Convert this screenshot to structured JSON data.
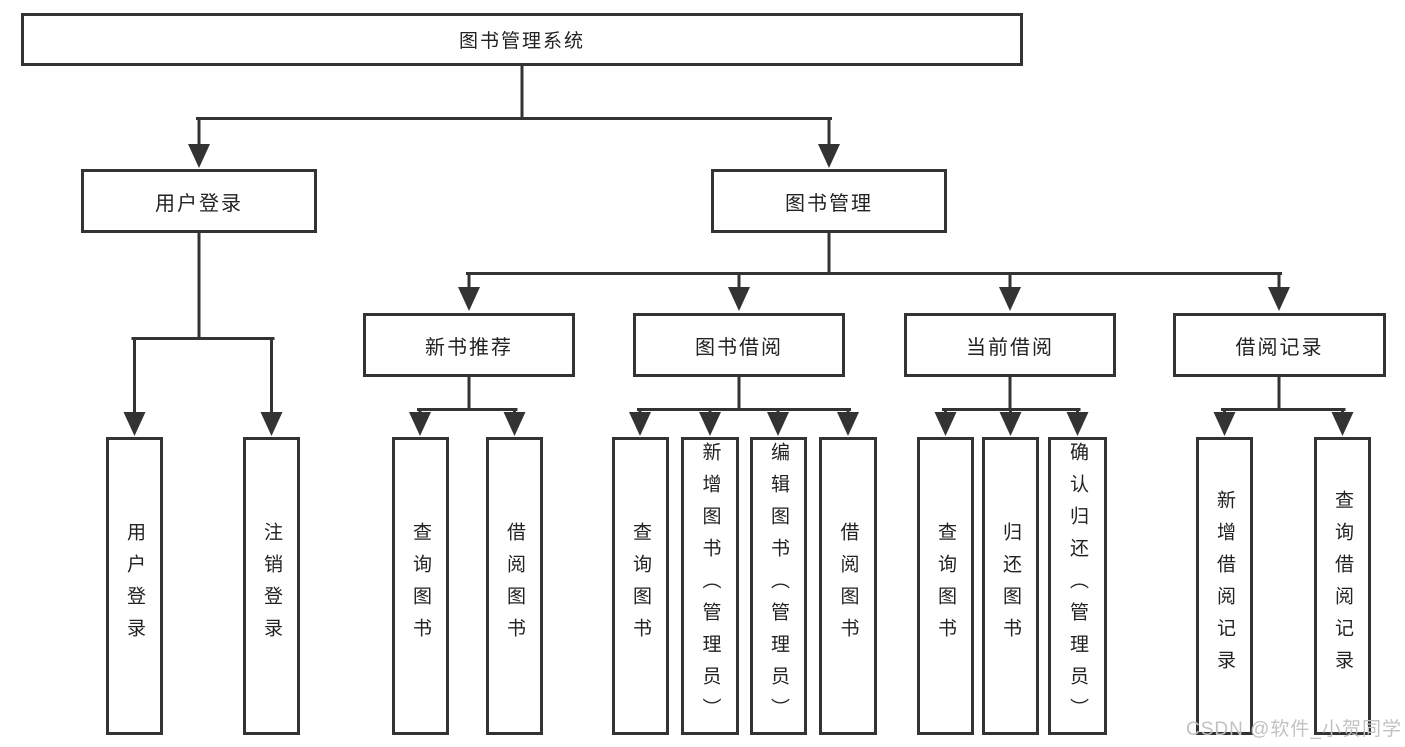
{
  "tree": {
    "label": "图书管理系统",
    "children": [
      {
        "label": "用户登录",
        "children": [
          {
            "label": "用户登录"
          },
          {
            "label": "注销登录"
          }
        ]
      },
      {
        "label": "图书管理",
        "children": [
          {
            "label": "新书推荐",
            "children": [
              {
                "label": "查询图书"
              },
              {
                "label": "借阅图书"
              }
            ]
          },
          {
            "label": "图书借阅",
            "children": [
              {
                "label": "查询图书"
              },
              {
                "label": "新增图书（管理员）"
              },
              {
                "label": "编辑图书（管理员）"
              },
              {
                "label": "借阅图书"
              }
            ]
          },
          {
            "label": "当前借阅",
            "children": [
              {
                "label": "查询图书"
              },
              {
                "label": "归还图书"
              },
              {
                "label": "确认归还（管理员）"
              }
            ]
          },
          {
            "label": "借阅记录",
            "children": [
              {
                "label": "新增借阅记录"
              },
              {
                "label": "查询借阅记录"
              }
            ]
          }
        ]
      }
    ]
  },
  "watermark": "CSDN @软件_小贺同学",
  "colors": {
    "line": "#333333",
    "text": "#222222",
    "watermark": "#c2c2c2",
    "background": "#ffffff"
  }
}
